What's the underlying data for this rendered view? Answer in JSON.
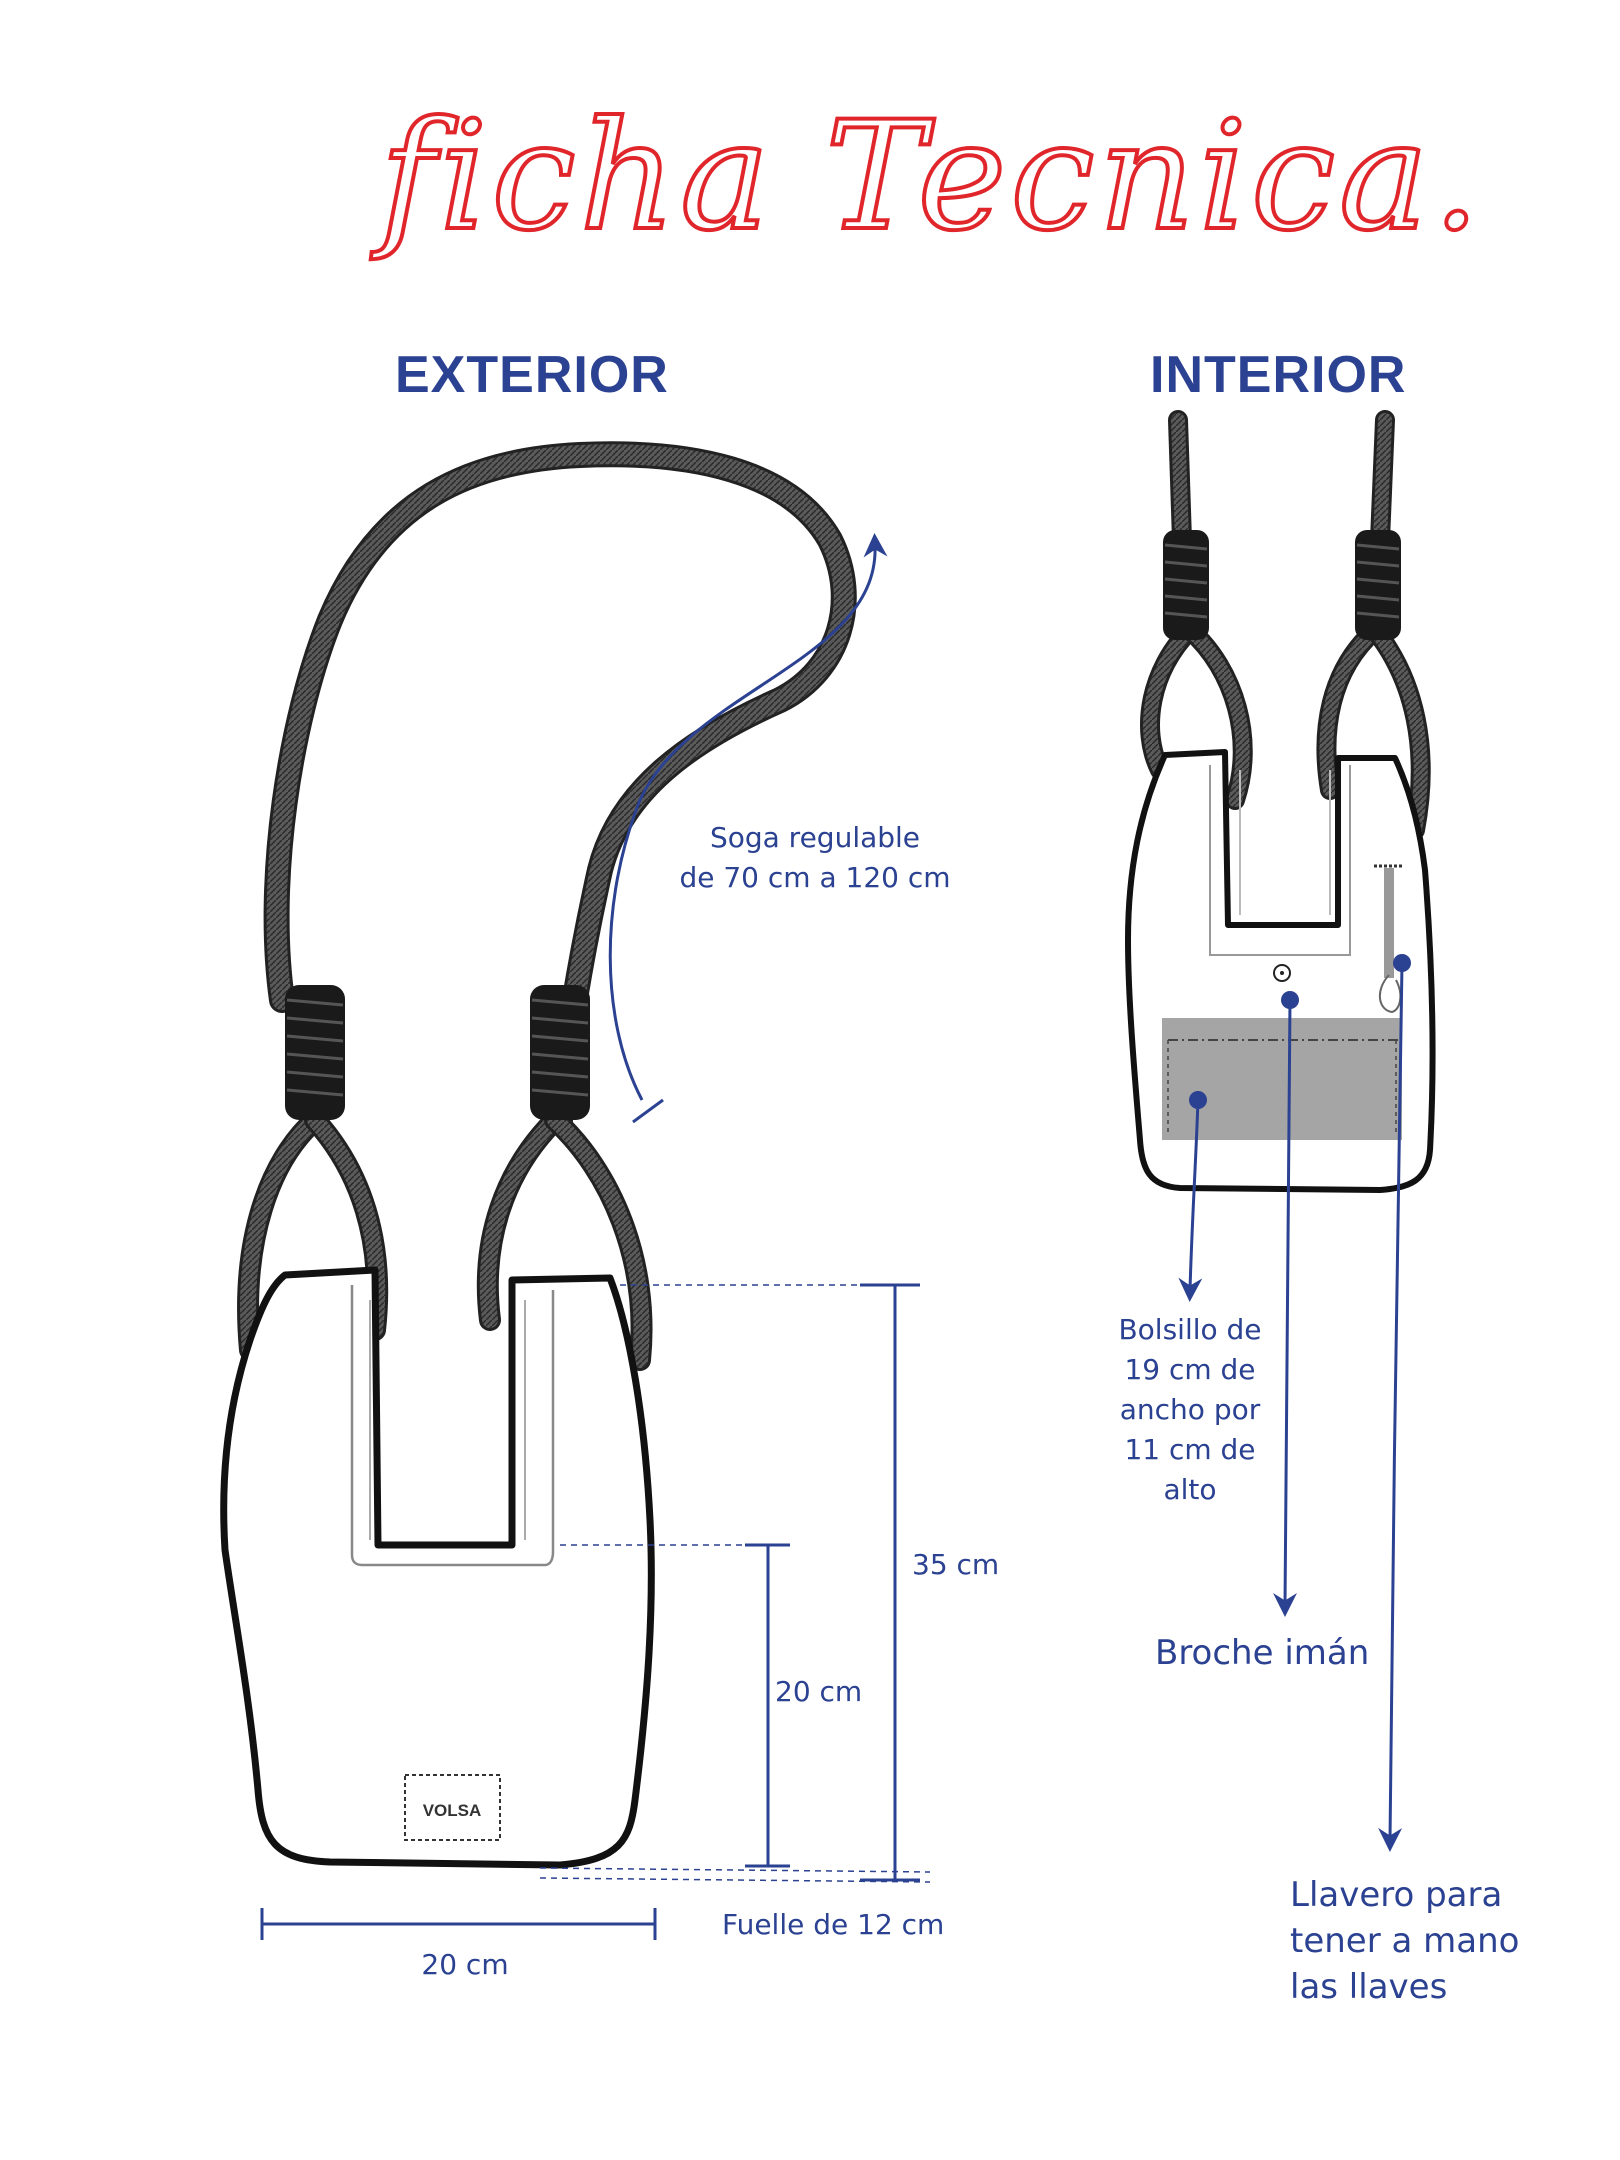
{
  "title": "ficha Tecnica.",
  "sections": {
    "exterior": "EXTERIOR",
    "interior": "INTERIOR"
  },
  "annotations": {
    "soga_line1": "Soga regulable",
    "soga_line2": "de 70 cm a 120 cm",
    "height_total": "35 cm",
    "height_body": "20 cm",
    "width": "20 cm",
    "fuelle": "Fuelle de 12 cm",
    "bolsillo": [
      "Bolsillo de",
      "19 cm de",
      "ancho por",
      "11 cm de",
      "alto"
    ],
    "broche": "Broche imán",
    "llavero": [
      "Llavero para",
      "tener a mano",
      "las llaves"
    ]
  },
  "label_tag": "VOLSA",
  "colors": {
    "title_red": "#e0262b",
    "annotation_blue": "#2b4191",
    "rope_gray": "#5a5a5a",
    "pocket_gray": "#a5a5a5"
  }
}
